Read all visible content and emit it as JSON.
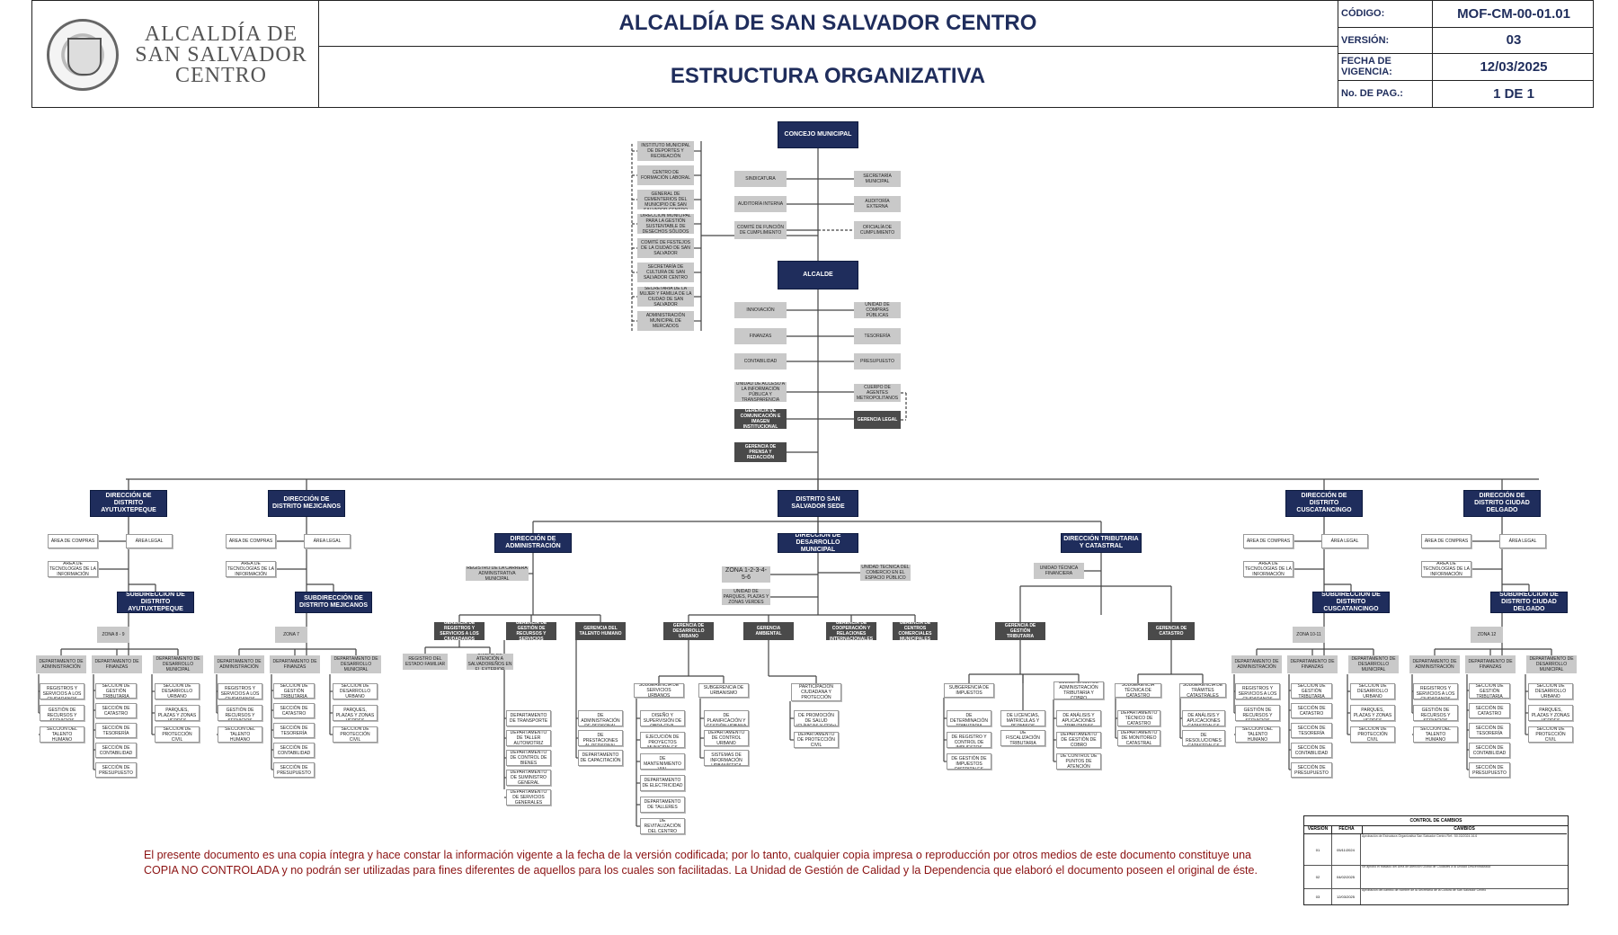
{
  "header": {
    "logo_text": "ALCALDÍA DE SAN SALVADOR CENTRO",
    "title": "ALCALDÍA DE SAN SALVADOR CENTRO",
    "subtitle": "ESTRUCTURA ORGANIZATIVA",
    "meta": [
      {
        "label": "CÓDIGO:",
        "value": "MOF-CM-00-01.01"
      },
      {
        "label": "VERSIÓN:",
        "value": "03"
      },
      {
        "label": "FECHA DE VIGENCIA:",
        "value": "12/03/2025"
      },
      {
        "label": "No. DE PAG.:",
        "value": "1 DE 1"
      }
    ]
  },
  "colors": {
    "navy": "#1f2d5c",
    "gray": "#c9c9c9",
    "dark": "#4a4a4a",
    "note": "#8b1212"
  },
  "boxes": [
    {
      "id": "concejo",
      "text": "CONCEJO MUNICIPAL",
      "style": "k",
      "big": true
    },
    {
      "id": "inst_deportes",
      "text": "INSTITUTO MUNICIPAL DE DEPORTES Y RECREACIÓN",
      "style": "g"
    },
    {
      "id": "centro_formacion",
      "text": "CENTRO DE FORMACIÓN LABORAL",
      "style": "g"
    },
    {
      "id": "admin_cementerios",
      "text": "ADMINISTRACIÓN GENERAL DE CEMENTERIOS DEL MUNICIPIO DE SAN SALVADOR CENTRO",
      "style": "g"
    },
    {
      "id": "dir_residuos",
      "text": "DIRECCIÓN MUNICIPAL PARA LA GESTIÓN SUSTENTABLE DE DESECHOS SÓLIDOS",
      "style": "g"
    },
    {
      "id": "comite_festejos",
      "text": "COMITÉ DE FESTEJOS DE LA CIUDAD DE SAN SALVADOR",
      "style": "g"
    },
    {
      "id": "sec_cultura",
      "text": "SECRETARÍA DE CULTURA DE SAN SALVADOR CENTRO",
      "style": "g"
    },
    {
      "id": "sec_mujer",
      "text": "SECRETARÍA DE LA MUJER Y FAMILIA DE LA CIUDAD DE SAN SALVADOR",
      "style": "g"
    },
    {
      "id": "admin_mercados",
      "text": "ADMINISTRACIÓN MUNICIPAL DE MERCADOS",
      "style": "g"
    },
    {
      "id": "sindicatura",
      "text": "SINDICATURA",
      "style": "g"
    },
    {
      "id": "secretaria_mun",
      "text": "SECRETARÍA MUNICIPAL",
      "style": "g"
    },
    {
      "id": "aud_interna",
      "text": "AUDITORÍA INTERNA",
      "style": "g"
    },
    {
      "id": "aud_externa",
      "text": "AUDITORÍA EXTERNA",
      "style": "g"
    },
    {
      "id": "comite_cumpl",
      "text": "COMITÉ DE FUNCIÓN DE CUMPLIMIENTO",
      "style": "g"
    },
    {
      "id": "oficialia_cumpl",
      "text": "OFICIALÍA DE CUMPLIMIENTO",
      "style": "g"
    },
    {
      "id": "alcalde",
      "text": "ALCALDE",
      "style": "k",
      "big": true
    },
    {
      "id": "innovacion",
      "text": "INNOVACIÓN",
      "style": "g"
    },
    {
      "id": "ucp",
      "text": "UNIDAD DE COMPRAS PÚBLICAS",
      "style": "g"
    },
    {
      "id": "finanzas",
      "text": "FINANZAS",
      "style": "g"
    },
    {
      "id": "tesoreria",
      "text": "TESORERÍA",
      "style": "g"
    },
    {
      "id": "contabilidad",
      "text": "CONTABILIDAD",
      "style": "g"
    },
    {
      "id": "presupuesto",
      "text": "PRESUPUESTO",
      "style": "g"
    },
    {
      "id": "uaip",
      "text": "UNIDAD DE ACCESO A LA INFORMACIÓN PÚBLICA Y TRANSPARENCIA",
      "style": "g"
    },
    {
      "id": "cam",
      "text": "CUERPO DE AGENTES METROPOLITANOS",
      "style": "g"
    },
    {
      "id": "ger_comunicacion",
      "text": "GERENCIA DE COMUNICACIÓN E IMAGEN INSTITUCIONAL",
      "style": "d"
    },
    {
      "id": "ger_legal",
      "text": "GERENCIA LEGAL",
      "style": "d"
    },
    {
      "id": "ger_prensa",
      "text": "GERENCIA DE PRENSA Y REDACCIÓN",
      "style": "d"
    },
    {
      "id": "dd_ayu",
      "text": "DIRECCIÓN DE DISTRITO AYUTUXTEPEQUE",
      "style": "k"
    },
    {
      "id": "ayu_compras",
      "text": "ÁREA DE COMPRAS",
      "style": "w"
    },
    {
      "id": "ayu_legal",
      "text": "ÁREA LEGAL",
      "style": "w"
    },
    {
      "id": "ayu_tic",
      "text": "ÁREA DE TECNOLOGÍAS DE LA INFORMACIÓN",
      "style": "w"
    },
    {
      "id": "sub_ayu",
      "text": "SUBDIRECCIÓN DE DISTRITO AYUTUXTEPEQUE",
      "style": "k"
    },
    {
      "id": "ayu_zona",
      "text": "ZONA 8 - 9",
      "style": "g"
    },
    {
      "id": "ayu_d_adm",
      "text": "DEPARTAMENTO DE ADMINISTRACIÓN",
      "style": "g"
    },
    {
      "id": "ayu_d_fin",
      "text": "DEPARTAMENTO DE FINANZAS",
      "style": "g"
    },
    {
      "id": "ayu_d_des",
      "text": "DEPARTAMENTO DE DESARROLLO MUNICIPAL",
      "style": "g"
    },
    {
      "id": "ayu_s1",
      "text": "SECCIÓN DE REGISTROS Y SERVICIOS A LOS CIUDADANOS",
      "style": "w"
    },
    {
      "id": "ayu_s2",
      "text": "SECCIÓN DE GESTIÓN DE RECURSOS Y SERVICIOS",
      "style": "w"
    },
    {
      "id": "ayu_s3",
      "text": "SECCIÓN DEL TALENTO HUMANO",
      "style": "w"
    },
    {
      "id": "ayu_s4",
      "text": "SECCIÓN DE GESTIÓN TRIBUTARIA",
      "style": "w"
    },
    {
      "id": "ayu_s5",
      "text": "SECCIÓN DE CATASTRO",
      "style": "w"
    },
    {
      "id": "ayu_s6",
      "text": "SECCIÓN DE TESORERÍA",
      "style": "w"
    },
    {
      "id": "ayu_s7",
      "text": "SECCIÓN DE CONTABILIDAD",
      "style": "w"
    },
    {
      "id": "ayu_s8",
      "text": "SECCIÓN DE PRESUPUESTO",
      "style": "w"
    },
    {
      "id": "ayu_s9",
      "text": "SECCIÓN DE DESARROLLO URBANO",
      "style": "w"
    },
    {
      "id": "ayu_s10",
      "text": "SECCIÓN DE PARQUES, PLAZAS Y ZONAS VERDES",
      "style": "w"
    },
    {
      "id": "ayu_s11",
      "text": "SECCIÓN DE PROTECCIÓN CIVIL",
      "style": "w"
    },
    {
      "id": "dd_mej",
      "text": "DIRECCIÓN DE DISTRITO MEJICANOS",
      "style": "k"
    },
    {
      "id": "mej_compras",
      "text": "ÁREA DE COMPRAS",
      "style": "w"
    },
    {
      "id": "mej_legal",
      "text": "ÁREA LEGAL",
      "style": "w"
    },
    {
      "id": "mej_tic",
      "text": "ÁREA DE TECNOLOGÍAS DE LA INFORMACIÓN",
      "style": "w"
    },
    {
      "id": "sub_mej",
      "text": "SUBDIRECCIÓN DE DISTRITO MEJICANOS",
      "style": "k"
    },
    {
      "id": "mej_zona",
      "text": "ZONA 7",
      "style": "g"
    },
    {
      "id": "mej_d_adm",
      "text": "DEPARTAMENTO DE ADMINISTRACIÓN",
      "style": "g"
    },
    {
      "id": "mej_d_fin",
      "text": "DEPARTAMENTO DE FINANZAS",
      "style": "g"
    },
    {
      "id": "mej_d_des",
      "text": "DEPARTAMENTO DE DESARROLLO MUNICIPAL",
      "style": "g"
    },
    {
      "id": "mej_s1",
      "text": "SECCIÓN DE REGISTROS Y SERVICIOS A LOS CIUDADANOS",
      "style": "w"
    },
    {
      "id": "mej_s2",
      "text": "SECCIÓN DE GESTIÓN DE RECURSOS Y SERVICIOS",
      "style": "w"
    },
    {
      "id": "mej_s3",
      "text": "SECCIÓN DEL TALENTO HUMANO",
      "style": "w"
    },
    {
      "id": "mej_s4",
      "text": "SECCIÓN DE GESTIÓN TRIBUTARIA",
      "style": "w"
    },
    {
      "id": "mej_s5",
      "text": "SECCIÓN DE CATASTRO",
      "style": "w"
    },
    {
      "id": "mej_s6",
      "text": "SECCIÓN DE TESORERÍA",
      "style": "w"
    },
    {
      "id": "mej_s7",
      "text": "SECCIÓN DE CONTABILIDAD",
      "style": "w"
    },
    {
      "id": "mej_s8",
      "text": "SECCIÓN DE PRESUPUESTO",
      "style": "w"
    },
    {
      "id": "mej_s9",
      "text": "SECCIÓN DE DESARROLLO URBANO",
      "style": "w"
    },
    {
      "id": "mej_s10",
      "text": "SECCIÓN DE PARQUES, PLAZAS Y ZONAS VERDES",
      "style": "w"
    },
    {
      "id": "mej_s11",
      "text": "SECCIÓN DE PROTECCIÓN CIVIL",
      "style": "w"
    },
    {
      "id": "distrito_sede",
      "text": "DISTRITO SAN SALVADOR SEDE",
      "style": "k"
    },
    {
      "id": "dir_admin",
      "text": "DIRECCIÓN DE ADMINISTRACIÓN",
      "style": "k"
    },
    {
      "id": "reg_carrera",
      "text": "REGISTRO DE LA CARRERA ADMINISTRATIVA MUNICIPAL",
      "style": "g"
    },
    {
      "id": "ger_registros",
      "text": "GERENCIA DE REGISTROS Y SERVICIOS A LOS CIUDADANOS",
      "style": "d"
    },
    {
      "id": "registro_familiar",
      "text": "REGISTRO DEL ESTADO FAMILIAR",
      "style": "g"
    },
    {
      "id": "unidad_salvadorenos",
      "text": "UNIDAD DE ATENCIÓN A SALVADOREÑOS EN EL EXTERIOR",
      "style": "g"
    },
    {
      "id": "ger_recursos",
      "text": "GERENCIA DE GESTIÓN DE RECURSOS Y SERVICIOS",
      "style": "d"
    },
    {
      "id": "ger_talento",
      "text": "GERENCIA DEL TALENTO HUMANO",
      "style": "d"
    },
    {
      "id": "da1",
      "text": "DEPARTAMENTO DE TRANSPORTE",
      "style": "w"
    },
    {
      "id": "da2",
      "text": "DEPARTAMENTO DE TALLER AUTOMOTRIZ",
      "style": "w"
    },
    {
      "id": "da3",
      "text": "DEPARTAMENTO DE CONTROL DE BIENES",
      "style": "w"
    },
    {
      "id": "da4",
      "text": "DEPARTAMENTO DE SUMINISTRO GENERAL",
      "style": "w"
    },
    {
      "id": "da5",
      "text": "DEPARTAMENTO DE SERVICIOS GENERALES",
      "style": "w"
    },
    {
      "id": "dt1",
      "text": "DEPARTAMENTO DE ADMINISTRACIÓN DE PERSONAL",
      "style": "w"
    },
    {
      "id": "dt2",
      "text": "DEPARTAMENTO DE PRESTACIONES AL PERSONAL",
      "style": "w"
    },
    {
      "id": "dt3",
      "text": "DEPARTAMENTO DE CAPACITACIÓN",
      "style": "w"
    },
    {
      "id": "dir_desarrollo",
      "text": "DIRECCIÓN DE DESARROLLO MUNICIPAL",
      "style": "k"
    },
    {
      "id": "zonas_sede",
      "text": "ZONA 1-2-3-4-5-6",
      "style": "g",
      "big": true
    },
    {
      "id": "unidad_parques",
      "text": "UNIDAD DE PARQUES, PLAZAS Y ZONAS VERDES",
      "style": "g"
    },
    {
      "id": "unidad_tecnica_cep",
      "text": "UNIDAD TÉCNICA DEL COMERCIO EN EL ESPACIO PÚBLICO",
      "style": "g"
    },
    {
      "id": "ger_urbano",
      "text": "GERENCIA DE DESARROLLO URBANO",
      "style": "d"
    },
    {
      "id": "ger_ambiental",
      "text": "GERENCIA AMBIENTAL",
      "style": "d"
    },
    {
      "id": "ger_cooperacion",
      "text": "GERENCIA DE COOPERACIÓN Y RELACIONES INTERNACIONALES",
      "style": "d"
    },
    {
      "id": "ger_centros",
      "text": "GERENCIA DE CENTROS COMERCIALES MUNICIPALES",
      "style": "d"
    },
    {
      "id": "sub_servicios",
      "text": "SUBGERENCIA DE SERVICIOS URBANOS",
      "style": "w"
    },
    {
      "id": "sub_urbanismo",
      "text": "SUBGERENCIA DE URBANISMO",
      "style": "w"
    },
    {
      "id": "sub_participacion",
      "text": "SUBGERENCIA DE PARTICIPACIÓN CIUDADANA Y PROTECCIÓN SOCIAL",
      "style": "w"
    },
    {
      "id": "du1",
      "text": "DEPTO. DE DISEÑO Y SUPERVISIÓN DE OBRA CIVIL",
      "style": "w"
    },
    {
      "id": "du2",
      "text": "DEPTO. DE EJECUCIÓN DE PROYECTOS MUNICIPALES",
      "style": "w"
    },
    {
      "id": "du3",
      "text": "DEPARTAMENTO DE MANTENIMIENTO VIAL",
      "style": "w"
    },
    {
      "id": "du4",
      "text": "DEPARTAMENTO DE ELECTRICIDAD",
      "style": "w"
    },
    {
      "id": "du5",
      "text": "DEPARTAMENTO DE TALLERES",
      "style": "w"
    },
    {
      "id": "du6",
      "text": "DEPARTAMENTO DE REVITALIZACIÓN DEL CENTRO HISTÓRICO",
      "style": "w"
    },
    {
      "id": "dub1",
      "text": "DEPARTAMENTO DE PLANIFICACIÓN Y GESTIÓN URBANA",
      "style": "w"
    },
    {
      "id": "dub2",
      "text": "DEPARTAMENTO DE CONTROL URBANO",
      "style": "w"
    },
    {
      "id": "dub3",
      "text": "DEPTO. DE SISTEMAS DE INFORMACIÓN URBANÍSTICA",
      "style": "w"
    },
    {
      "id": "dp1",
      "text": "DEPARTAMENTO DE PROMOCIÓN DE SALUD (CLÍNICAS Y CDI's)",
      "style": "w"
    },
    {
      "id": "dp2",
      "text": "DEPARTAMENTO DE PROTECCIÓN CIVIL",
      "style": "w"
    },
    {
      "id": "dir_tributaria",
      "text": "DIRECCIÓN TRIBUTARIA Y CATASTRAL",
      "style": "k"
    },
    {
      "id": "unidad_fin",
      "text": "UNIDAD TÉCNICA FINANCIERA",
      "style": "g"
    },
    {
      "id": "ger_trib",
      "text": "GERENCIA DE GESTIÓN TRIBUTARIA",
      "style": "d"
    },
    {
      "id": "ger_catastro",
      "text": "GERENCIA DE CATASTRO",
      "style": "d"
    },
    {
      "id": "sub_impuestos",
      "text": "SUBGERENCIA DE IMPUESTOS",
      "style": "w"
    },
    {
      "id": "sub_licencias",
      "text": "DEPARTAMENTO DE LICENCIAS, MATRÍCULAS Y PERMISOS",
      "style": "w"
    },
    {
      "id": "sub_cobro",
      "text": "SUBGERENCIA DE ADMINISTRACIÓN TRIBUTARIA Y COBRO",
      "style": "w"
    },
    {
      "id": "ti1",
      "text": "DEPARTAMENTO DE DETERMINACIÓN TRIBUTARIA",
      "style": "w"
    },
    {
      "id": "ti2",
      "text": "DEPARTAMENTO DE REGISTRO Y CONTROL DE IMPUESTOS",
      "style": "w"
    },
    {
      "id": "ti3",
      "text": "DEPARTAMENTO DE GESTIÓN DE IMPUESTOS DISTRITALES",
      "style": "w"
    },
    {
      "id": "tl1",
      "text": "DEPARTAMENTO DE FISCALIZACIÓN TRIBUTARIA MUNICIPAL",
      "style": "w"
    },
    {
      "id": "tc1",
      "text": "DEPARTAMENTO DE ANÁLISIS Y APLICACIONES TRIBUTARIAS",
      "style": "w"
    },
    {
      "id": "tc2",
      "text": "DEPARTAMENTO DE GESTIÓN DE COBRO",
      "style": "w"
    },
    {
      "id": "tc3",
      "text": "DEPARTAMENTO DE CONTROL DE PUNTOS DE ATENCIÓN EMPRESARIAL",
      "style": "w"
    },
    {
      "id": "sub_catastro",
      "text": "SUBGERENCIA TÉCNICA DE CATASTRO",
      "style": "w"
    },
    {
      "id": "sub_tramites",
      "text": "SUBGERENCIA DE TRÁMITES CATASTRALES",
      "style": "w"
    },
    {
      "id": "ca1",
      "text": "DEPARTAMENTO TÉCNICO DE CATASTRO",
      "style": "w"
    },
    {
      "id": "ca2",
      "text": "DEPARTAMENTO DE MONITOREO CATASTRAL",
      "style": "w"
    },
    {
      "id": "ca3",
      "text": "DEPARTAMENTO DE ANÁLISIS Y APLICACIONES CATASTRALES",
      "style": "w"
    },
    {
      "id": "ca4",
      "text": "DEPARTAMENTO DE RESOLUCIONES CATASTRALES",
      "style": "w"
    },
    {
      "id": "dd_cus",
      "text": "DIRECCIÓN DE DISTRITO CUSCATANCINGO",
      "style": "k"
    },
    {
      "id": "cus_compras",
      "text": "ÁREA DE COMPRAS",
      "style": "w"
    },
    {
      "id": "cus_legal",
      "text": "ÁREA LEGAL",
      "style": "w"
    },
    {
      "id": "cus_tic",
      "text": "ÁREA DE TECNOLOGÍAS DE LA INFORMACIÓN",
      "style": "w"
    },
    {
      "id": "sub_cus",
      "text": "SUBDIRECCIÓN DE DISTRITO CUSCATANCINGO",
      "style": "k"
    },
    {
      "id": "cus_zona",
      "text": "ZONA 10-11",
      "style": "g"
    },
    {
      "id": "cus_d_adm",
      "text": "DEPARTAMENTO DE ADMINISTRACIÓN",
      "style": "g"
    },
    {
      "id": "cus_d_fin",
      "text": "DEPARTAMENTO DE FINANZAS",
      "style": "g"
    },
    {
      "id": "cus_d_des",
      "text": "DEPARTAMENTO DE DESARROLLO MUNICIPAL",
      "style": "g"
    },
    {
      "id": "cus_s1",
      "text": "SECCIÓN DE REGISTROS Y SERVICIOS A LOS CIUDADANOS",
      "style": "w"
    },
    {
      "id": "cus_s2",
      "text": "SECCIÓN DE GESTIÓN DE RECURSOS Y SERVICIOS",
      "style": "w"
    },
    {
      "id": "cus_s3",
      "text": "SECCIÓN DEL TALENTO HUMANO",
      "style": "w"
    },
    {
      "id": "cus_s4",
      "text": "SECCIÓN DE GESTIÓN TRIBUTARIA",
      "style": "w"
    },
    {
      "id": "cus_s5",
      "text": "SECCIÓN DE CATASTRO",
      "style": "w"
    },
    {
      "id": "cus_s6",
      "text": "SECCIÓN DE TESORERÍA",
      "style": "w"
    },
    {
      "id": "cus_s7",
      "text": "SECCIÓN DE CONTABILIDAD",
      "style": "w"
    },
    {
      "id": "cus_s8",
      "text": "SECCIÓN DE PRESUPUESTO",
      "style": "w"
    },
    {
      "id": "cus_s9",
      "text": "SECCIÓN DE DESARROLLO URBANO",
      "style": "w"
    },
    {
      "id": "cus_s10",
      "text": "SECCIÓN DE PARQUES, PLAZAS Y ZONAS VERDES",
      "style": "w"
    },
    {
      "id": "cus_s11",
      "text": "SECCIÓN DE PROTECCIÓN CIVIL",
      "style": "w"
    },
    {
      "id": "dd_cd",
      "text": "DIRECCIÓN DE DISTRITO CIUDAD DELGADO",
      "style": "k"
    },
    {
      "id": "cd_compras",
      "text": "ÁREA DE COMPRAS",
      "style": "w"
    },
    {
      "id": "cd_legal",
      "text": "ÁREA LEGAL",
      "style": "w"
    },
    {
      "id": "cd_tic",
      "text": "ÁREA DE TECNOLOGÍAS DE LA INFORMACIÓN",
      "style": "w"
    },
    {
      "id": "sub_cd",
      "text": "SUBDIRECCIÓN DE DISTRITO CIUDAD DELGADO",
      "style": "k"
    },
    {
      "id": "cd_zona",
      "text": "ZONA 12",
      "style": "g"
    },
    {
      "id": "cd_d_adm",
      "text": "DEPARTAMENTO DE ADMINISTRACIÓN",
      "style": "g"
    },
    {
      "id": "cd_d_fin",
      "text": "DEPARTAMENTO DE FINANZAS",
      "style": "g"
    },
    {
      "id": "cd_d_des",
      "text": "DEPARTAMENTO DE DESARROLLO MUNICIPAL",
      "style": "g"
    },
    {
      "id": "cd_s1",
      "text": "SECCIÓN DE REGISTROS Y SERVICIOS A LOS CIUDADANOS",
      "style": "w"
    },
    {
      "id": "cd_s2",
      "text": "SECCIÓN DE GESTIÓN DE RECURSOS Y SERVICIOS",
      "style": "w"
    },
    {
      "id": "cd_s3",
      "text": "SECCIÓN DEL TALENTO HUMANO",
      "style": "w"
    },
    {
      "id": "cd_s4",
      "text": "SECCIÓN DE GESTIÓN TRIBUTARIA",
      "style": "w"
    },
    {
      "id": "cd_s5",
      "text": "SECCIÓN DE CATASTRO",
      "style": "w"
    },
    {
      "id": "cd_s6",
      "text": "SECCIÓN DE TESORERÍA",
      "style": "w"
    },
    {
      "id": "cd_s7",
      "text": "SECCIÓN DE CONTABILIDAD",
      "style": "w"
    },
    {
      "id": "cd_s8",
      "text": "SECCIÓN DE PRESUPUESTO",
      "style": "w"
    },
    {
      "id": "cd_s9",
      "text": "SECCIÓN DE DESARROLLO URBANO",
      "style": "w"
    },
    {
      "id": "cd_s10",
      "text": "SECCIÓN DE PARQUES, PLAZAS Y ZONAS VERDES",
      "style": "w"
    },
    {
      "id": "cd_s11",
      "text": "SECCIÓN DE PROTECCIÓN CIVIL",
      "style": "w"
    }
  ],
  "note": "El presente documento es una copia íntegra y hace constar la información vigente a la fecha de la versión codificada; por lo tanto, cualquier copia impresa o reproducción por otros medios de este documento constituye una COPIA NO CONTROLADA y no podrán ser utilizadas para fines diferentes de aquellos para los cuales son facilitadas. La Unidad de Gestión de Calidad y la Dependencia que elaboró el documento poseen el original de éste.",
  "change_control": {
    "title": "CONTROL DE CAMBIOS",
    "headers": [
      "VERSIÓN",
      "FECHA",
      "CAMBIOS"
    ],
    "rows": [
      {
        "version": "01",
        "date": "05/11/2024",
        "changes": "Aprobación de Estructura Organizativa San Salvador Centro Ref.: 50.03/2024.16.6"
      },
      {
        "version": "02",
        "date": "04/02/2025",
        "changes": "Se aprobó el traslado del Área de Atención Global de Ciudades a la Unidad Descentralizada"
      },
      {
        "version": "03",
        "date": "12/03/2025",
        "changes": "Aprobación del cambio de nombre de la Secretaría de la Cultura de San Salvador Centro"
      }
    ]
  }
}
